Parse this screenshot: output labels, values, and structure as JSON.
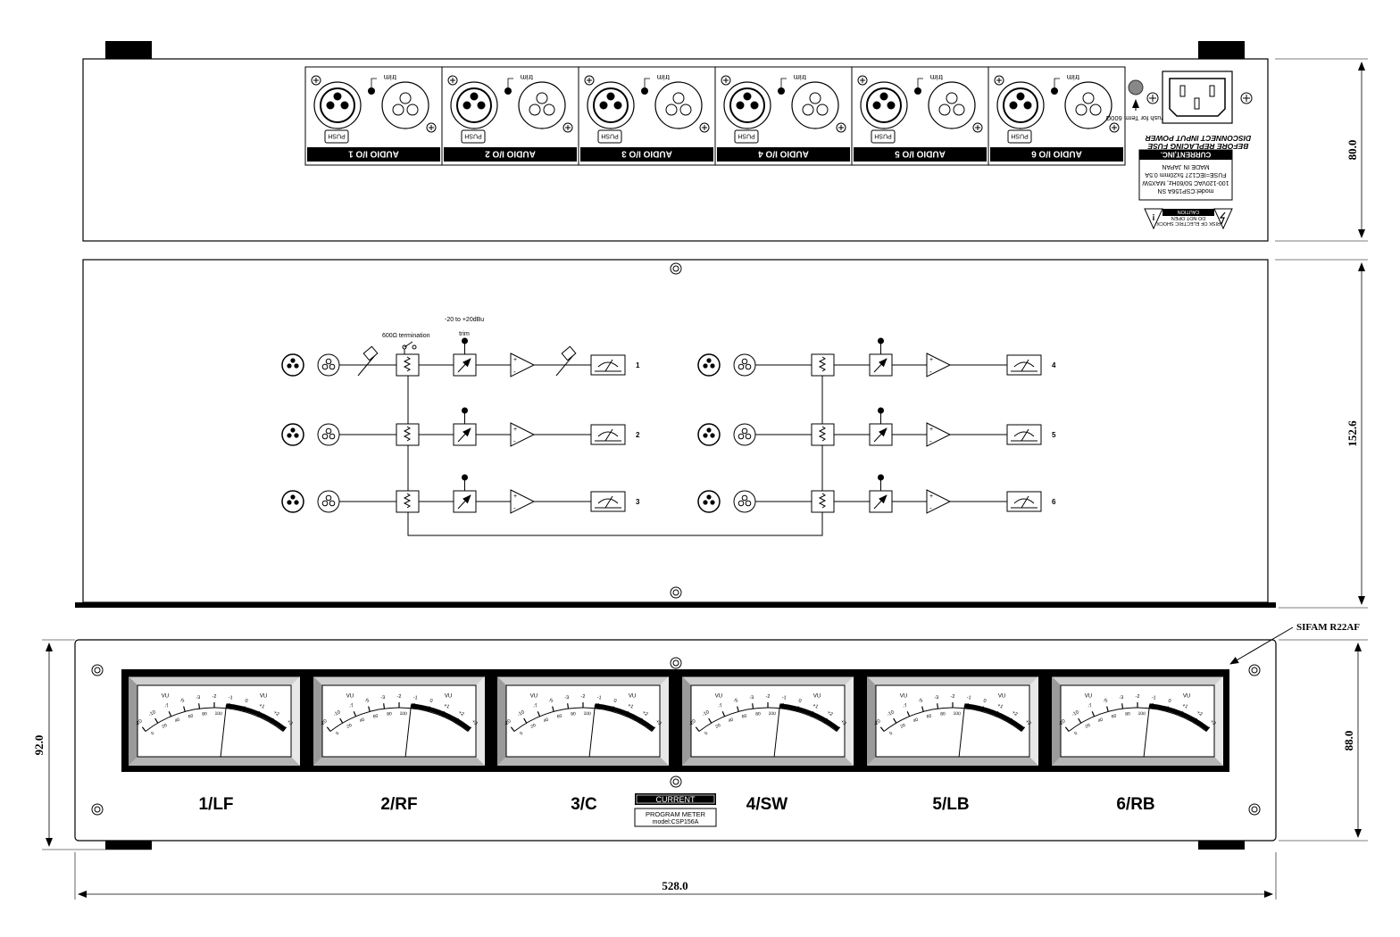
{
  "rear_panel": {
    "channels": [
      {
        "label": "AUDIO I/O 1",
        "trim": "trim",
        "push": "PUSH"
      },
      {
        "label": "AUDIO I/O 2",
        "trim": "trim",
        "push": "PUSH"
      },
      {
        "label": "AUDIO I/O 3",
        "trim": "trim",
        "push": "PUSH"
      },
      {
        "label": "AUDIO I/O 4",
        "trim": "trim",
        "push": "PUSH"
      },
      {
        "label": "AUDIO I/O 5",
        "trim": "trim",
        "push": "PUSH"
      },
      {
        "label": "AUDIO I/O 6",
        "trim": "trim",
        "push": "PUSH"
      }
    ],
    "term_label": "Push for Term 600Ω",
    "fuse_notice": [
      "DISCONNECT INPUT POWER",
      "BEFORE REPLACING FUSE"
    ],
    "label_plate": {
      "brand": "CURRENT,INC.",
      "lines": [
        "model:CSP156A SN",
        "100-120VAC 50/60Hz, MAX5W",
        "FUSE=IEC127 5x20mm 0.5A",
        "MADE IN JAPAN"
      ]
    },
    "caution": {
      "title": "CAUTION",
      "lines": [
        "RISK OF ELECTRIC SHOCK",
        "DO NOT OPEN"
      ]
    }
  },
  "schematic": {
    "termination_label": "600Ω termination",
    "range_label": "-20 to +20dBu",
    "trim_label": "trim",
    "channel_numbers": [
      "1",
      "2",
      "3",
      "4",
      "5",
      "6"
    ],
    "amp_plus": "+",
    "amp_minus": "-"
  },
  "front_panel": {
    "meter_model": "SIFAM R22AF",
    "channel_names": [
      "1/LF",
      "2/RF",
      "3/C",
      "4/SW",
      "5/LB",
      "6/RB"
    ],
    "brand": "CURRENT",
    "product": "PROGRAM METER",
    "model": "model:CSP156A",
    "vu_unit": "VU",
    "vu_scale": [
      "-20",
      "-10",
      "-7",
      "-5",
      "-3",
      "-2",
      "-1",
      "0",
      "+1",
      "+2",
      "+3"
    ],
    "percent_scale": [
      "0",
      "20",
      "40",
      "60",
      "80",
      "100"
    ]
  },
  "dimensions": {
    "rear_height": "80.0",
    "top_depth": "152.6",
    "front_height": "88.0",
    "overall_height": "92.0",
    "width": "528.0"
  }
}
